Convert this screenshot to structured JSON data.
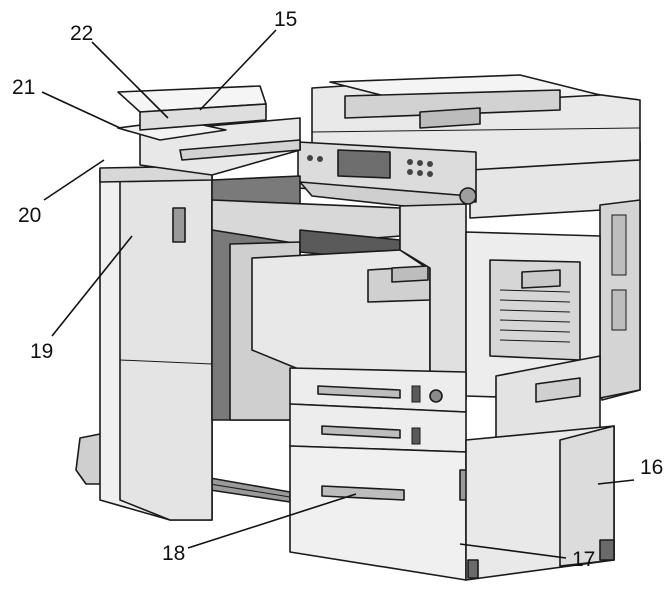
{
  "callouts": {
    "c15": "15",
    "c16": "16",
    "c17": "17",
    "c18": "18",
    "c19": "19",
    "c20": "20",
    "c21": "21",
    "c22": "22"
  },
  "colors": {
    "body": "#ededed",
    "panel": "#d9d9d9",
    "shadow": "#8c8c8c",
    "dark": "#2b2b2b",
    "ink": "#1a1a1a"
  }
}
